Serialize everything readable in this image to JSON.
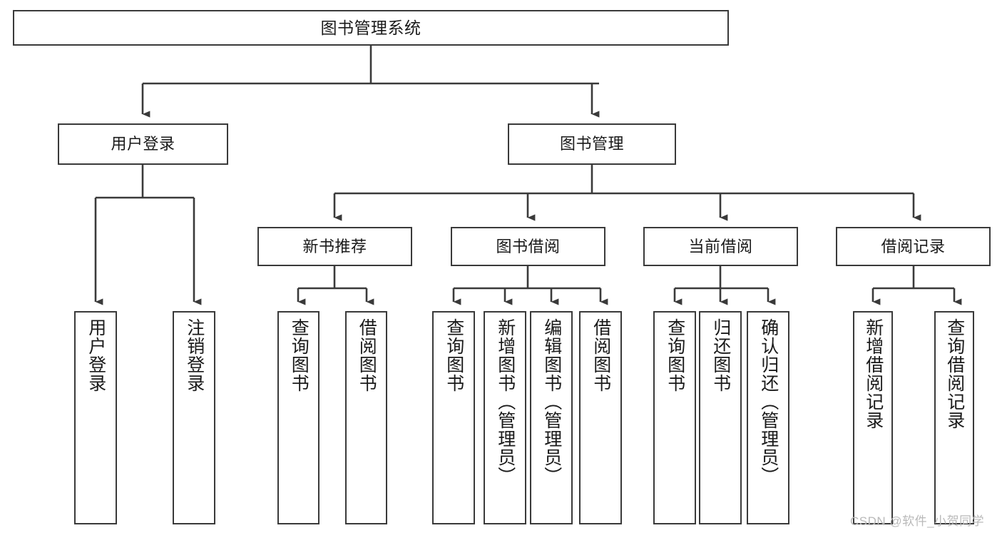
{
  "diagram": {
    "title": "图书管理系统",
    "type": "hierarchy-tree",
    "background_color": "#ffffff",
    "border_color": "#3a3a3a",
    "text_color": "#1a1a1a",
    "nodes": {
      "root": {
        "label": "图书管理系统",
        "level": 0,
        "orientation": "horizontal"
      },
      "user_login": {
        "label": "用户登录",
        "level": 1,
        "orientation": "horizontal"
      },
      "book_manage": {
        "label": "图书管理",
        "level": 1,
        "orientation": "horizontal"
      },
      "new_book_rec": {
        "label": "新书推荐",
        "level": 2,
        "orientation": "horizontal"
      },
      "book_borrow": {
        "label": "图书借阅",
        "level": 2,
        "orientation": "horizontal"
      },
      "current_borrow": {
        "label": "当前借阅",
        "level": 2,
        "orientation": "horizontal"
      },
      "borrow_record": {
        "label": "借阅记录",
        "level": 2,
        "orientation": "horizontal"
      },
      "leaf_user_login": {
        "label": "用户登录",
        "level": 3,
        "orientation": "vertical"
      },
      "leaf_logout": {
        "label": "注销登录",
        "level": 3,
        "orientation": "vertical"
      },
      "leaf_query_book_1": {
        "label": "查询图书",
        "level": 3,
        "orientation": "vertical"
      },
      "leaf_borrow_book_1": {
        "label": "借阅图书",
        "level": 3,
        "orientation": "vertical"
      },
      "leaf_query_book_2": {
        "label": "查询图书",
        "level": 3,
        "orientation": "vertical"
      },
      "leaf_add_book": {
        "label": "新增图书（管理员）",
        "level": 3,
        "orientation": "vertical"
      },
      "leaf_edit_book": {
        "label": "编辑图书（管理员）",
        "level": 3,
        "orientation": "vertical"
      },
      "leaf_borrow_book_2": {
        "label": "借阅图书",
        "level": 3,
        "orientation": "vertical"
      },
      "leaf_query_book_3": {
        "label": "查询图书",
        "level": 3,
        "orientation": "vertical"
      },
      "leaf_return_book": {
        "label": "归还图书",
        "level": 3,
        "orientation": "vertical"
      },
      "leaf_confirm_return": {
        "label": "确认归还（管理员）",
        "level": 3,
        "orientation": "vertical"
      },
      "leaf_add_record": {
        "label": "新增借阅记录",
        "level": 3,
        "orientation": "vertical"
      },
      "leaf_query_record": {
        "label": "查询借阅记录",
        "level": 3,
        "orientation": "vertical"
      }
    },
    "edges": [
      {
        "from": "root",
        "to": "user_login"
      },
      {
        "from": "root",
        "to": "book_manage"
      },
      {
        "from": "user_login",
        "to": "leaf_user_login"
      },
      {
        "from": "user_login",
        "to": "leaf_logout"
      },
      {
        "from": "book_manage",
        "to": "new_book_rec"
      },
      {
        "from": "book_manage",
        "to": "book_borrow"
      },
      {
        "from": "book_manage",
        "to": "current_borrow"
      },
      {
        "from": "book_manage",
        "to": "borrow_record"
      },
      {
        "from": "new_book_rec",
        "to": "leaf_query_book_1"
      },
      {
        "from": "new_book_rec",
        "to": "leaf_borrow_book_1"
      },
      {
        "from": "book_borrow",
        "to": "leaf_query_book_2"
      },
      {
        "from": "book_borrow",
        "to": "leaf_add_book"
      },
      {
        "from": "book_borrow",
        "to": "leaf_edit_book"
      },
      {
        "from": "book_borrow",
        "to": "leaf_borrow_book_2"
      },
      {
        "from": "current_borrow",
        "to": "leaf_query_book_3"
      },
      {
        "from": "current_borrow",
        "to": "leaf_return_book"
      },
      {
        "from": "current_borrow",
        "to": "leaf_confirm_return"
      },
      {
        "from": "borrow_record",
        "to": "leaf_add_record"
      },
      {
        "from": "borrow_record",
        "to": "leaf_query_record"
      }
    ]
  },
  "watermark": {
    "text": "CSDN @软件_小贺同学",
    "color": "#b9b9b9"
  }
}
